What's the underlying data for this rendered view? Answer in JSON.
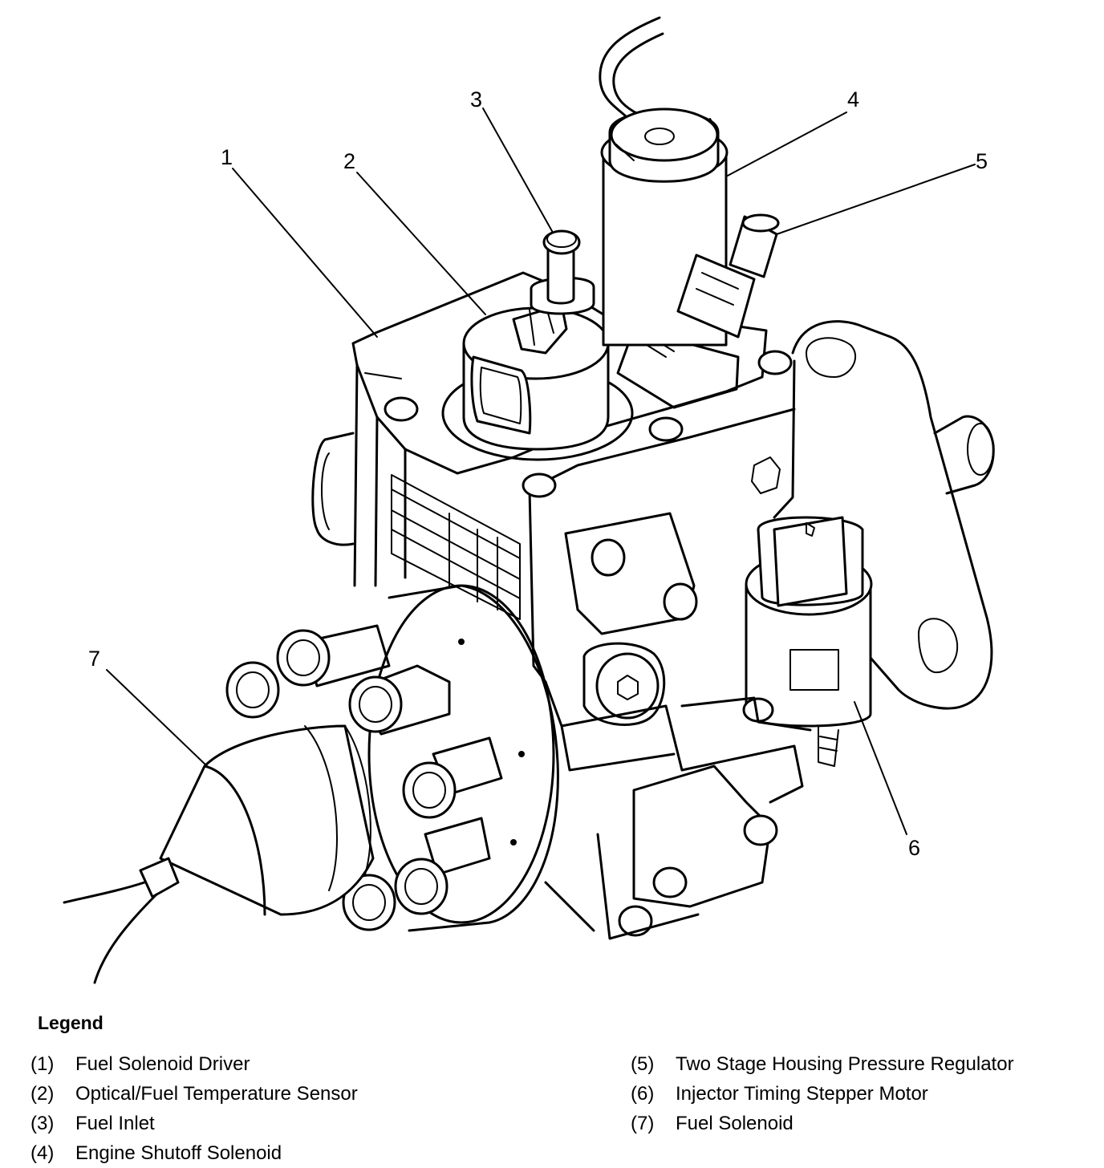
{
  "callouts": [
    "1",
    "2",
    "3",
    "4",
    "5",
    "6",
    "7"
  ],
  "legend": {
    "title": "Legend",
    "items": [
      {
        "num": "(1)",
        "text": "Fuel Solenoid Driver"
      },
      {
        "num": "(2)",
        "text": "Optical/Fuel Temperature Sensor"
      },
      {
        "num": "(3)",
        "text": "Fuel Inlet"
      },
      {
        "num": "(4)",
        "text": "Engine Shutoff Solenoid"
      },
      {
        "num": "(5)",
        "text": "Two Stage Housing Pressure Regulator"
      },
      {
        "num": "(6)",
        "text": "Injector Timing Stepper Motor"
      },
      {
        "num": "(7)",
        "text": "Fuel Solenoid"
      }
    ]
  }
}
